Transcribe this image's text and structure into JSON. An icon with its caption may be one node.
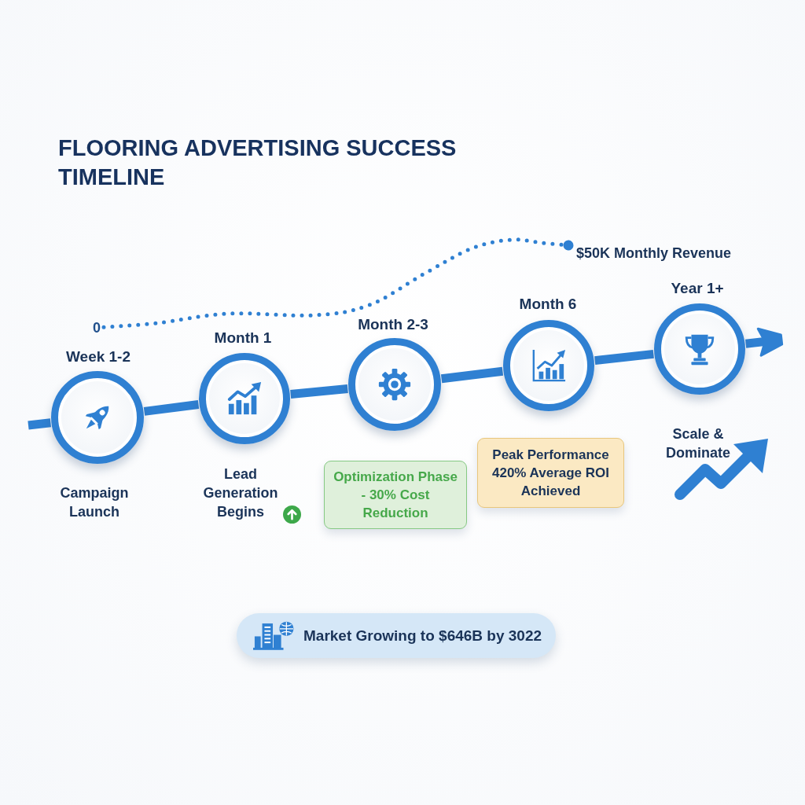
{
  "diagram": {
    "title": "FLOORING ADVERTISING SUCCESS TIMELINE",
    "nodes": [
      {
        "text": [
          "0"
        ]
      },
      {
        "text": [
          "$50K Monthly Revenue"
        ]
      },
      {
        "text": [
          "Week 1-2"
        ],
        "beside": [
          "Campaign Launch"
        ]
      },
      {
        "text": [
          "Month 1"
        ],
        "beside": [
          "Lead Generation Begins"
        ]
      },
      {
        "text": [
          "Month 2-3"
        ]
      },
      {
        "text": [
          "Month 6"
        ]
      },
      {
        "text": [
          "Year 1+"
        ],
        "beside": [
          "Scale & Dominate"
        ]
      },
      {
        "text": [
          "Optimization Phase - 30% Cost Reduction"
        ]
      },
      {
        "text": [
          "Peak Performance 420% Average ROI Achieved"
        ]
      },
      {
        "text": [
          "Market Growing to $646B by 3022"
        ]
      }
    ],
    "edges": [
      {
        "from": 0,
        "to": 1,
        "arrow": "other",
        "style": "dashed"
      },
      {
        "from": null,
        "to": 2,
        "arrow": "none"
      },
      {
        "from": 2,
        "to": 3,
        "arrow": "none"
      },
      {
        "from": 3,
        "to": 4,
        "arrow": "none"
      },
      {
        "from": 4,
        "to": 5,
        "arrow": "none"
      },
      {
        "from": 5,
        "to": 6,
        "arrow": "none"
      },
      {
        "from": 6,
        "to": null,
        "arrow": "to"
      }
    ]
  }
}
